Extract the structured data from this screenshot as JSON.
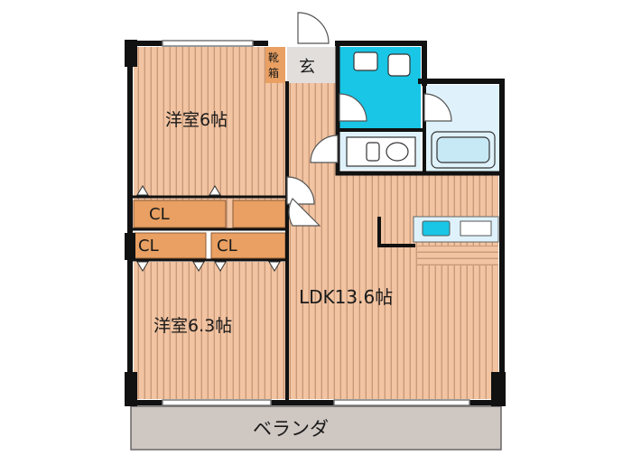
{
  "floor_plan": {
    "rooms": {
      "western_room_1": "洋室6帖",
      "western_room_2": "洋室6.3帖",
      "ldk": "LDK13.6帖",
      "veranda": "ベランダ",
      "entrance": "玄",
      "shoe_box_line1": "靴",
      "shoe_box_line2": "箱"
    },
    "closets": {
      "cl_top_left": "CL",
      "cl_bottom_left": "CL",
      "cl_bottom_right": "CL"
    },
    "colors": {
      "wood_floor": "#f2c4a2",
      "wood_stripe": "#c99a7a",
      "wet_area_blue": "#dff2fb",
      "toilet_cyan": "#19c6e6",
      "closet_orange": "#e9a062",
      "veranda_gray": "#cfc7c2",
      "entrance_gray": "#e2dedc",
      "wall_black": "#111111",
      "door_line": "#555555"
    }
  }
}
